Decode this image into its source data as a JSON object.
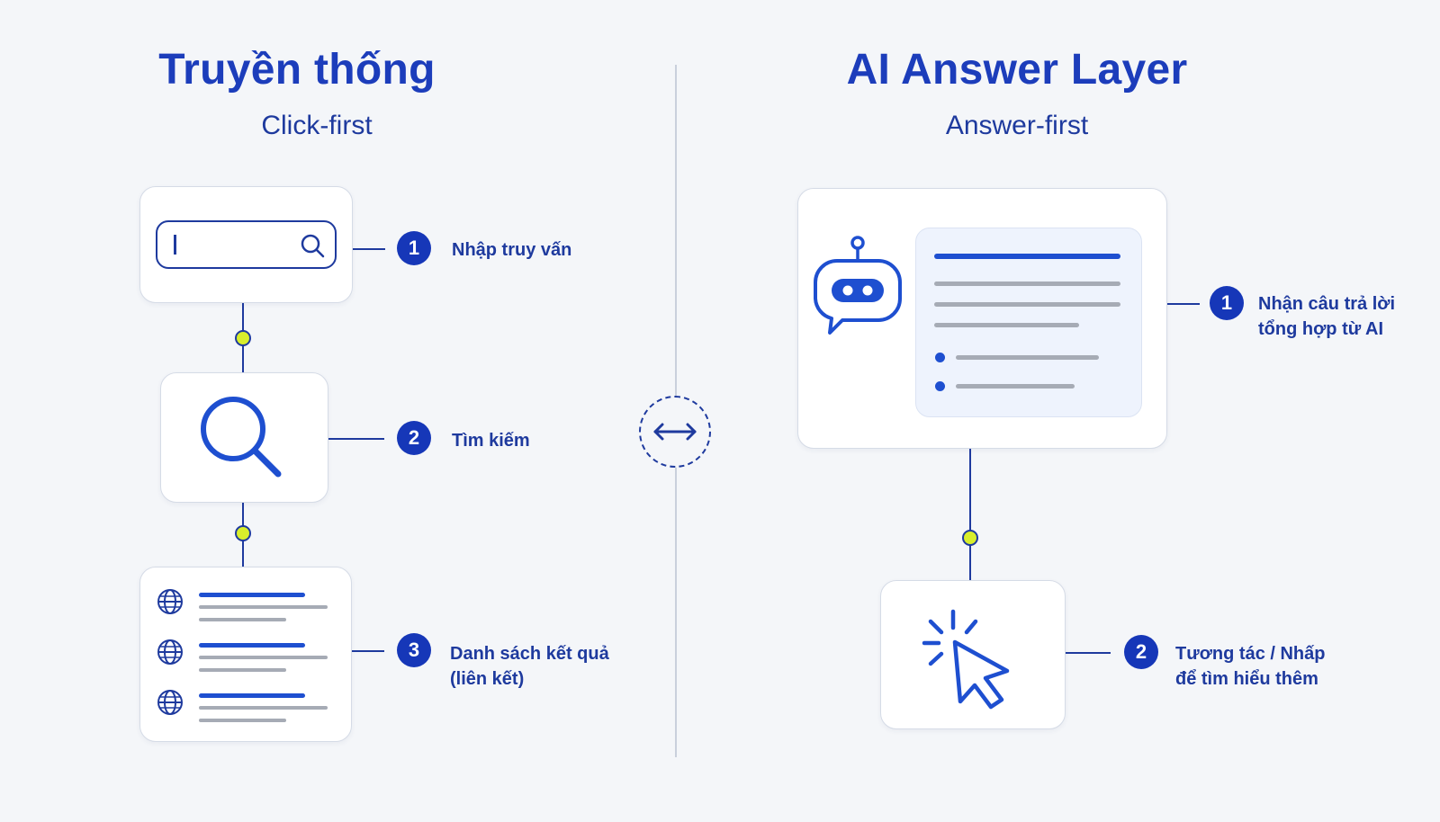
{
  "left": {
    "title": "Truyền thống",
    "subtitle": "Click-first",
    "steps": [
      {
        "number": "1",
        "label_line1": "Nhập truy vấn"
      },
      {
        "number": "2",
        "label_line1": "Tìm kiếm"
      },
      {
        "number": "3",
        "label_line1": "Danh sách kết quả",
        "label_line2": "(liên kết)"
      }
    ]
  },
  "right": {
    "title": "AI Answer Layer",
    "subtitle": "Answer-first",
    "steps": [
      {
        "number": "1",
        "label_line1": "Nhận câu trả lời",
        "label_line2": "tổng hợp từ AI"
      },
      {
        "number": "2",
        "label_line1": "Tương tác / Nhấp",
        "label_line2": "để tìm hiểu thêm"
      }
    ]
  },
  "colors": {
    "primary": "#1c3dbb",
    "step_badge": "#1637b8",
    "connector_dot": "#d8ee2c",
    "background": "#f4f6f9"
  },
  "icons": [
    "search-icon",
    "magnifier-icon",
    "globe-icon",
    "chatbot-icon",
    "cursor-click-icon",
    "double-arrow-icon"
  ]
}
